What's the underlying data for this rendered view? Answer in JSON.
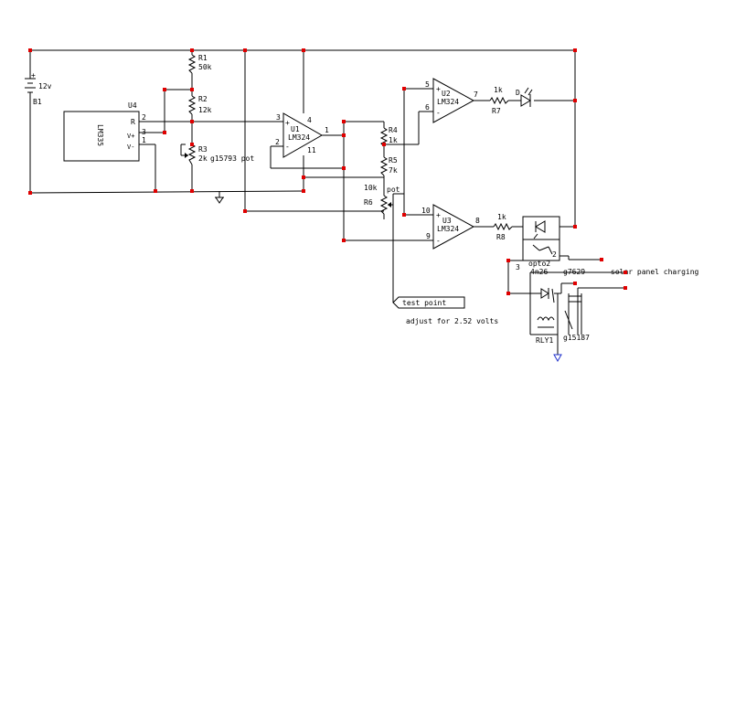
{
  "battery": {
    "ref": "B1",
    "value": "12v",
    "plus": "+"
  },
  "lm335": {
    "ref": "U4",
    "part": "LM335",
    "pin_r": "R",
    "pin_vplus": "V+",
    "pin_vminus": "V-",
    "pin2": "2",
    "pin3": "3",
    "pin1": "1"
  },
  "resistors": {
    "r1": {
      "ref": "R1",
      "value": "50k"
    },
    "r2": {
      "ref": "R2",
      "value": "12k"
    },
    "r3": {
      "ref": "R3",
      "value": "2k",
      "note": "g15793 pot"
    },
    "r4": {
      "ref": "R4",
      "value": "1k"
    },
    "r5": {
      "ref": "R5",
      "value": "7k"
    },
    "r6": {
      "ref": "R6",
      "value": "10k",
      "note": "pot"
    },
    "r7": {
      "ref": "R7",
      "value": "1k"
    },
    "r8": {
      "ref": "R8",
      "value": "1k"
    }
  },
  "opamps": {
    "u1": {
      "ref": "U1",
      "part": "LM324",
      "pin_in_plus": "3",
      "pin_in_minus": "2",
      "pin_out": "1",
      "pin_vcc": "4",
      "pin_gnd": "11"
    },
    "u2": {
      "ref": "U2",
      "part": "LM324",
      "pin_in_plus": "5",
      "pin_in_minus": "6",
      "pin_out": "7"
    },
    "u3": {
      "ref": "U3",
      "part": "LM324",
      "pin_in_plus": "10",
      "pin_in_minus": "9",
      "pin_out": "8"
    }
  },
  "led": {
    "ref": "D"
  },
  "opto": {
    "ref": "opto2",
    "part": "4n26",
    "note": "g7629",
    "pin2": "2",
    "pin3": "3"
  },
  "relay": {
    "ref": "RLY1",
    "note": "g15187"
  },
  "labels": {
    "test_point": "test point",
    "adjust": "adjust for 2.52 volts",
    "solar": "solar panel charging",
    "plus": "+",
    "minus": "-"
  }
}
